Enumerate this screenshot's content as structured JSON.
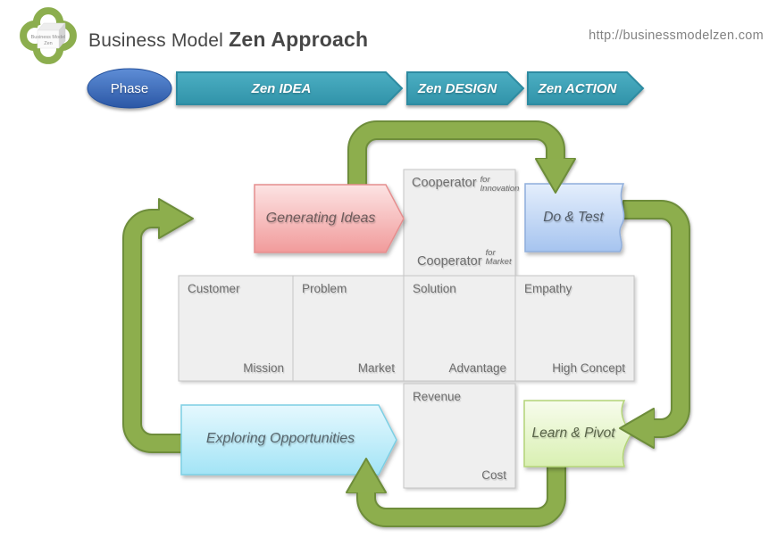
{
  "header": {
    "logo": {
      "line1": "Business Model",
      "line2": "Zen"
    },
    "title_regular": "Business Model",
    "title_bold": "Zen Approach",
    "url": "http://businessmodelzen.com"
  },
  "phase": {
    "label": "Phase",
    "steps": [
      {
        "label": "Zen IDEA"
      },
      {
        "label": "Zen DESIGN"
      },
      {
        "label": "Zen ACTION"
      }
    ]
  },
  "diagram": {
    "nodes": {
      "generating_ideas": "Generating Ideas",
      "do_and_test": "Do & Test",
      "exploring_opportunities": "Exploring Opportunities",
      "learn_and_pivot": "Learn & Pivot"
    },
    "cooperator_top": {
      "main": "Cooperator",
      "qualifier_line1": "for",
      "qualifier_line2": "Innovation"
    },
    "cooperator_bottom": {
      "main": "Cooperator",
      "qualifier_line1": "for",
      "qualifier_line2": "Market"
    },
    "canvas_cells": [
      {
        "top_label": "Customer",
        "bottom_label": "Mission"
      },
      {
        "top_label": "Problem",
        "bottom_label": "Market"
      },
      {
        "top_label": "Solution",
        "bottom_label": "Advantage"
      },
      {
        "top_label": "Empathy",
        "bottom_label": "High Concept"
      }
    ],
    "finance_cell": {
      "top_label": "Revenue",
      "bottom_label": "Cost"
    }
  },
  "colors": {
    "phase_teal": "#3FA5BA",
    "phase_teal_border": "#2D8BA1",
    "phase_ellipse_blue": "#3766B3",
    "flow_arrow_green": "#8DAE4E",
    "flow_arrow_green_border": "#6E8D3B",
    "node_pink": "#F29C9C",
    "node_blue": "#A6C4EF",
    "node_cyan": "#A3E4F6",
    "node_lightgreen": "#D9F0B2",
    "canvas_box_fill": "#EFEFEF",
    "canvas_box_border": "#C6C6C6"
  }
}
